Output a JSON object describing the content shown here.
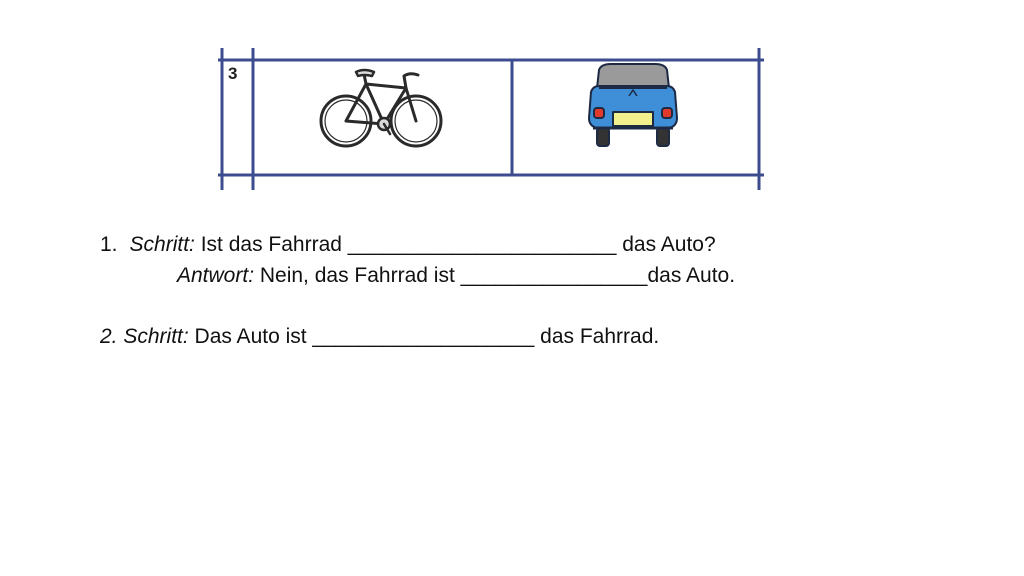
{
  "table": {
    "row_number": "3",
    "cells": [
      {
        "icon": "bicycle-icon"
      },
      {
        "icon": "car-rear-icon"
      }
    ],
    "colors": {
      "grid": "#3d4c8f",
      "car_body": "#3f8fd8",
      "car_roof": "#9a9a9a",
      "car_plate": "#f2f08c",
      "car_lights": "#e23a2a"
    }
  },
  "exercise": {
    "step1": {
      "number": "1.",
      "label": "Schritt:",
      "text": " Ist das Fahrrad _______________________ das Auto?"
    },
    "answer": {
      "label": "Antwort:",
      "text": " Nein, das Fahrrad ist ________________das Auto."
    },
    "step2": {
      "label": "2. Schritt:",
      "text": " Das Auto ist ___________________ das Fahrrad."
    }
  }
}
